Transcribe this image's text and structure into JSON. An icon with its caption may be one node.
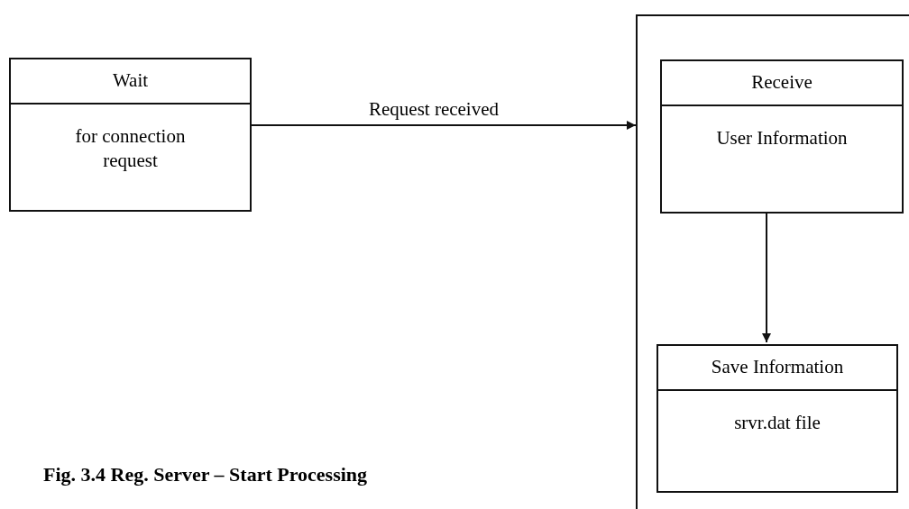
{
  "diagram": {
    "caption": "Fig. 3.4 Reg. Server – Start Processing",
    "nodes": [
      {
        "text": [
          "Wait",
          "for connection request"
        ]
      },
      {
        "text": [],
        "shape": "box"
      },
      {
        "text": [
          "Receive",
          "User Information"
        ],
        "in": 1
      },
      {
        "text": [
          "Save Information",
          "srvr.dat file"
        ],
        "in": 1
      }
    ],
    "edges": [
      {
        "from": 0,
        "to": 1,
        "label": "Request received",
        "arrow": "to"
      },
      {
        "from": 2,
        "to": 3,
        "arrow": "to"
      }
    ]
  }
}
